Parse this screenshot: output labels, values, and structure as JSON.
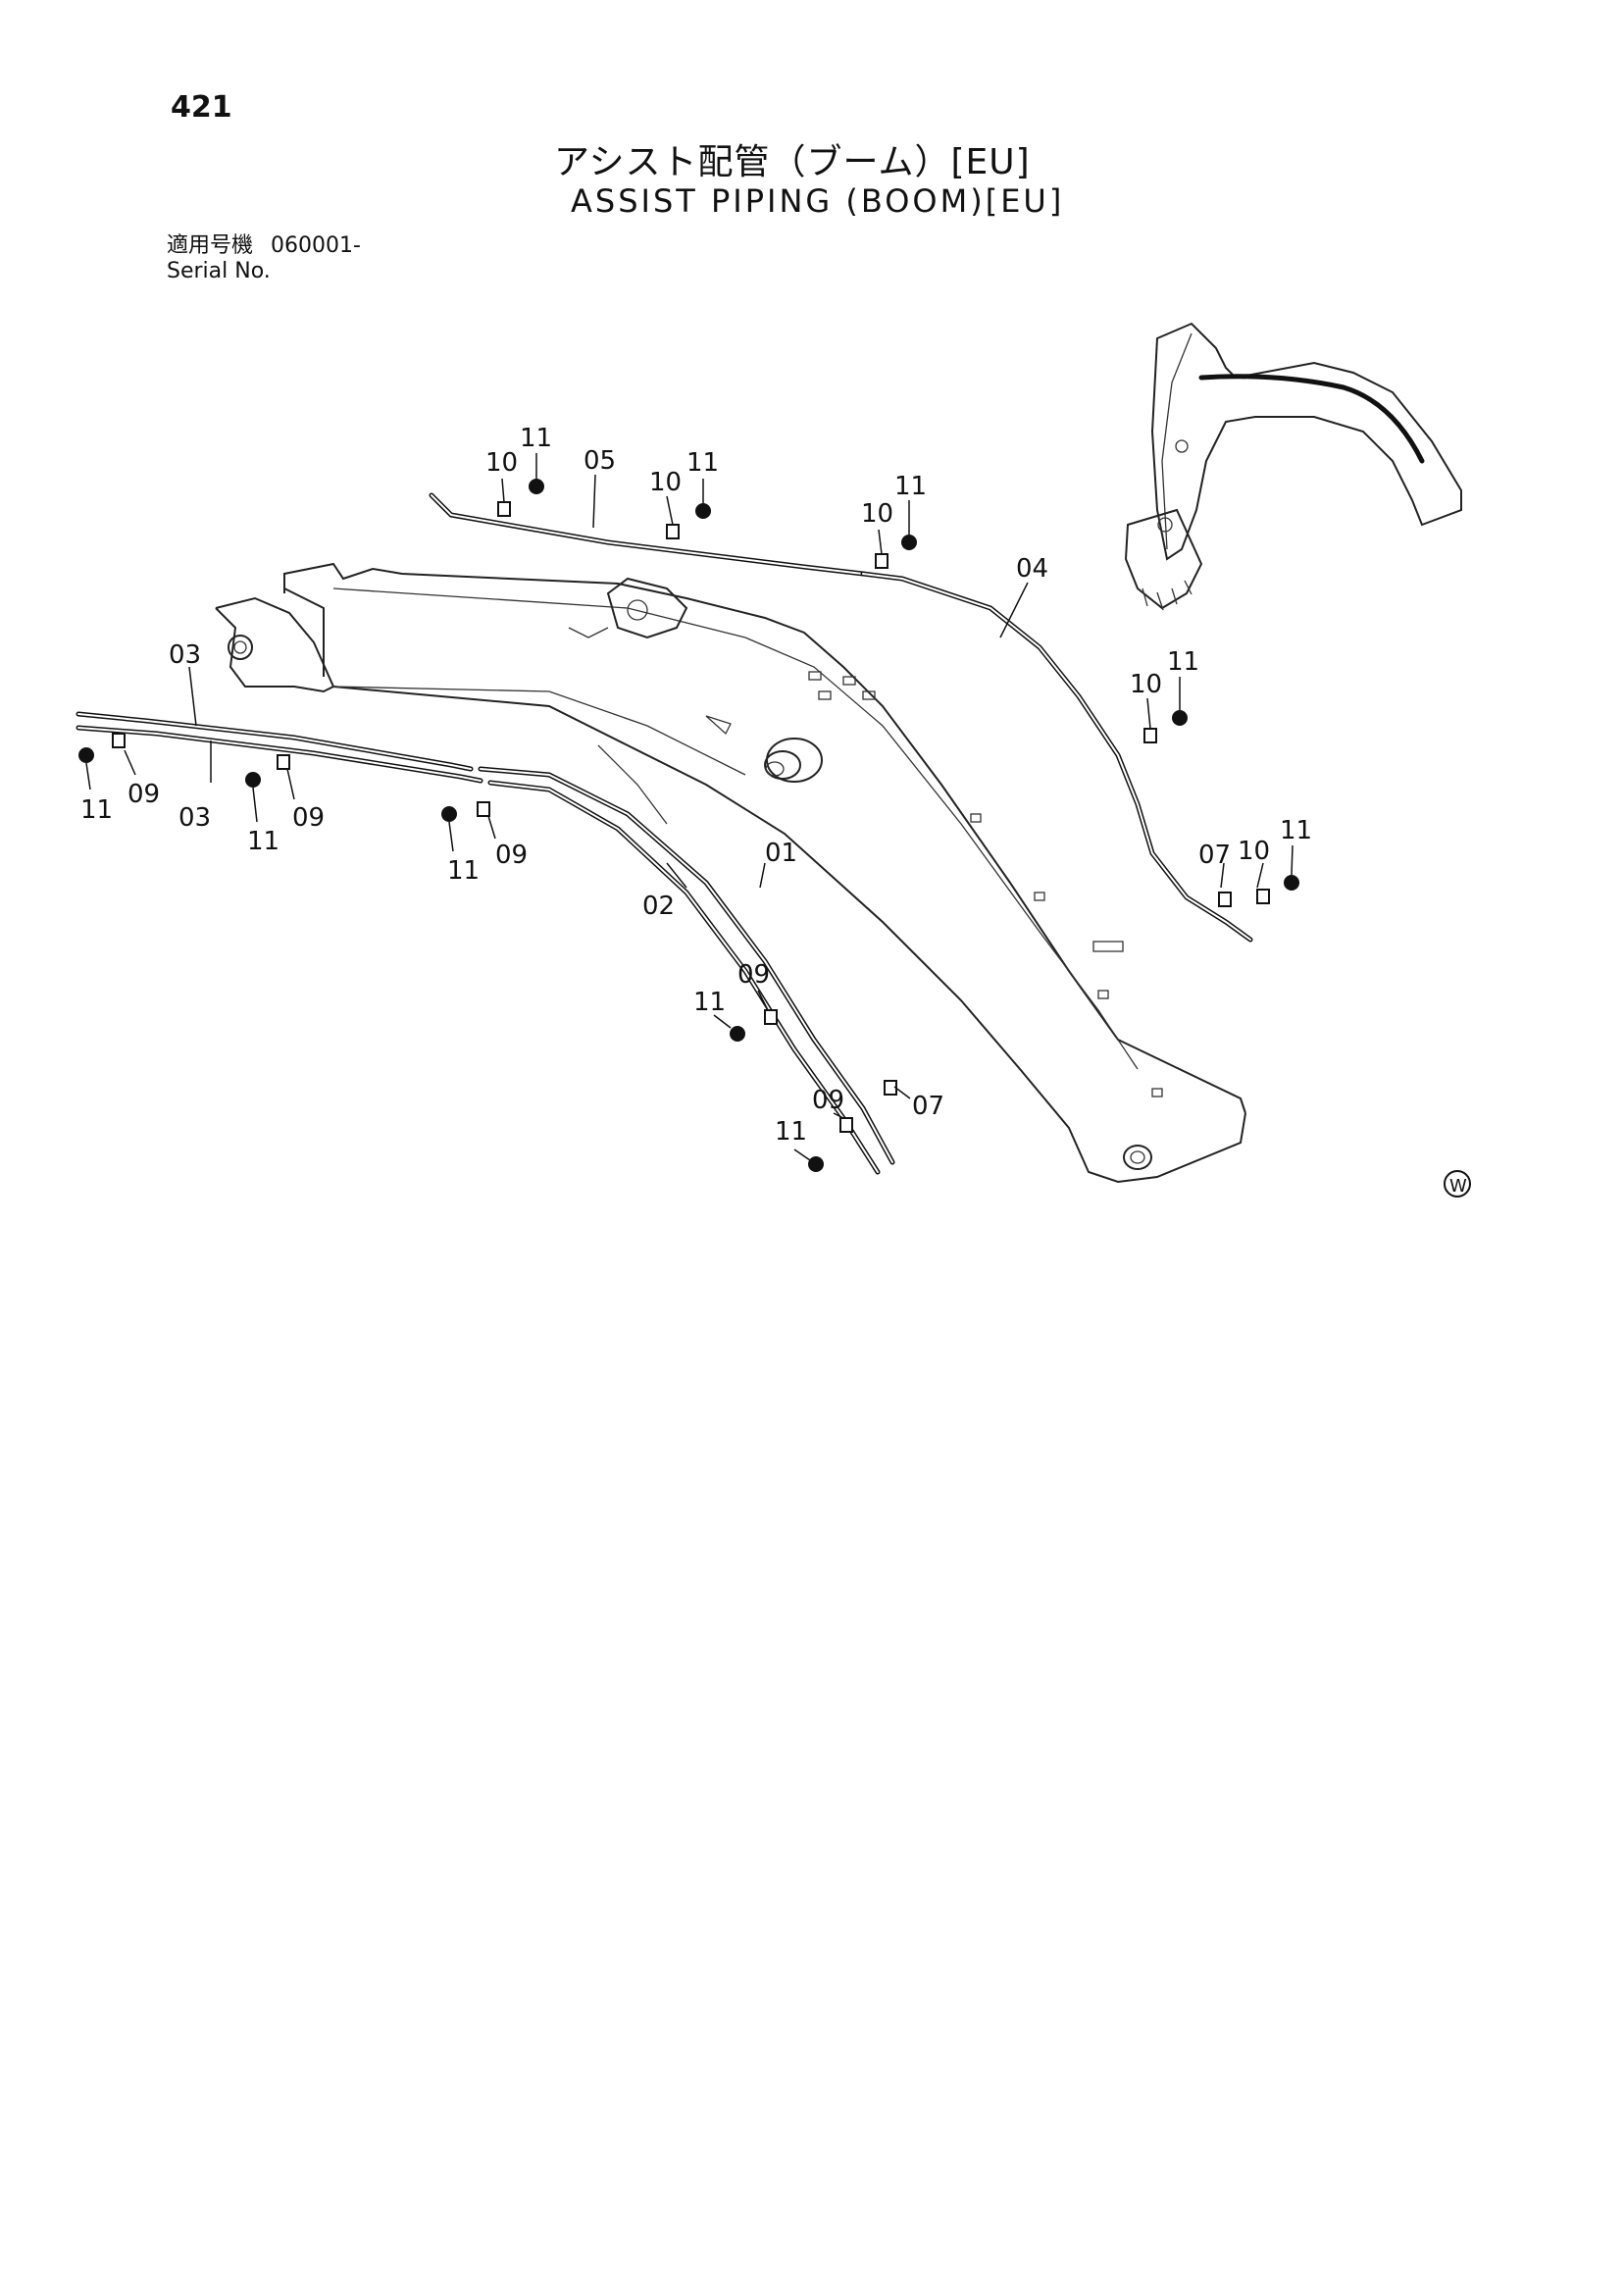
{
  "page": {
    "number": "421",
    "title_jp": "アシスト配管（ブーム）[EU]",
    "title_en": "ASSIST PIPING (BOOM)[EU]",
    "serial_label_jp": "適用号機",
    "serial_label_en": "Serial No.",
    "serial_value": "060001-",
    "mark": "W"
  },
  "callouts": [
    {
      "id": "c1",
      "label": "11"
    },
    {
      "id": "c2",
      "label": "10"
    },
    {
      "id": "c3",
      "label": "05"
    },
    {
      "id": "c4",
      "label": "10"
    },
    {
      "id": "c5",
      "label": "11"
    },
    {
      "id": "c6",
      "label": "10"
    },
    {
      "id": "c7",
      "label": "11"
    },
    {
      "id": "c8",
      "label": "04"
    },
    {
      "id": "c9",
      "label": "03"
    },
    {
      "id": "c10",
      "label": "11"
    },
    {
      "id": "c11",
      "label": "09"
    },
    {
      "id": "c12",
      "label": "03"
    },
    {
      "id": "c13",
      "label": "11"
    },
    {
      "id": "c14",
      "label": "09"
    },
    {
      "id": "c15",
      "label": "11"
    },
    {
      "id": "c16",
      "label": "09"
    },
    {
      "id": "c17",
      "label": "02"
    },
    {
      "id": "c18",
      "label": "01"
    },
    {
      "id": "c19",
      "label": "10"
    },
    {
      "id": "c20",
      "label": "11"
    },
    {
      "id": "c21",
      "label": "07"
    },
    {
      "id": "c22",
      "label": "10"
    },
    {
      "id": "c23",
      "label": "11"
    },
    {
      "id": "c24",
      "label": "09"
    },
    {
      "id": "c25",
      "label": "11"
    },
    {
      "id": "c26",
      "label": "09"
    },
    {
      "id": "c27",
      "label": "07"
    },
    {
      "id": "c28",
      "label": "11"
    }
  ]
}
